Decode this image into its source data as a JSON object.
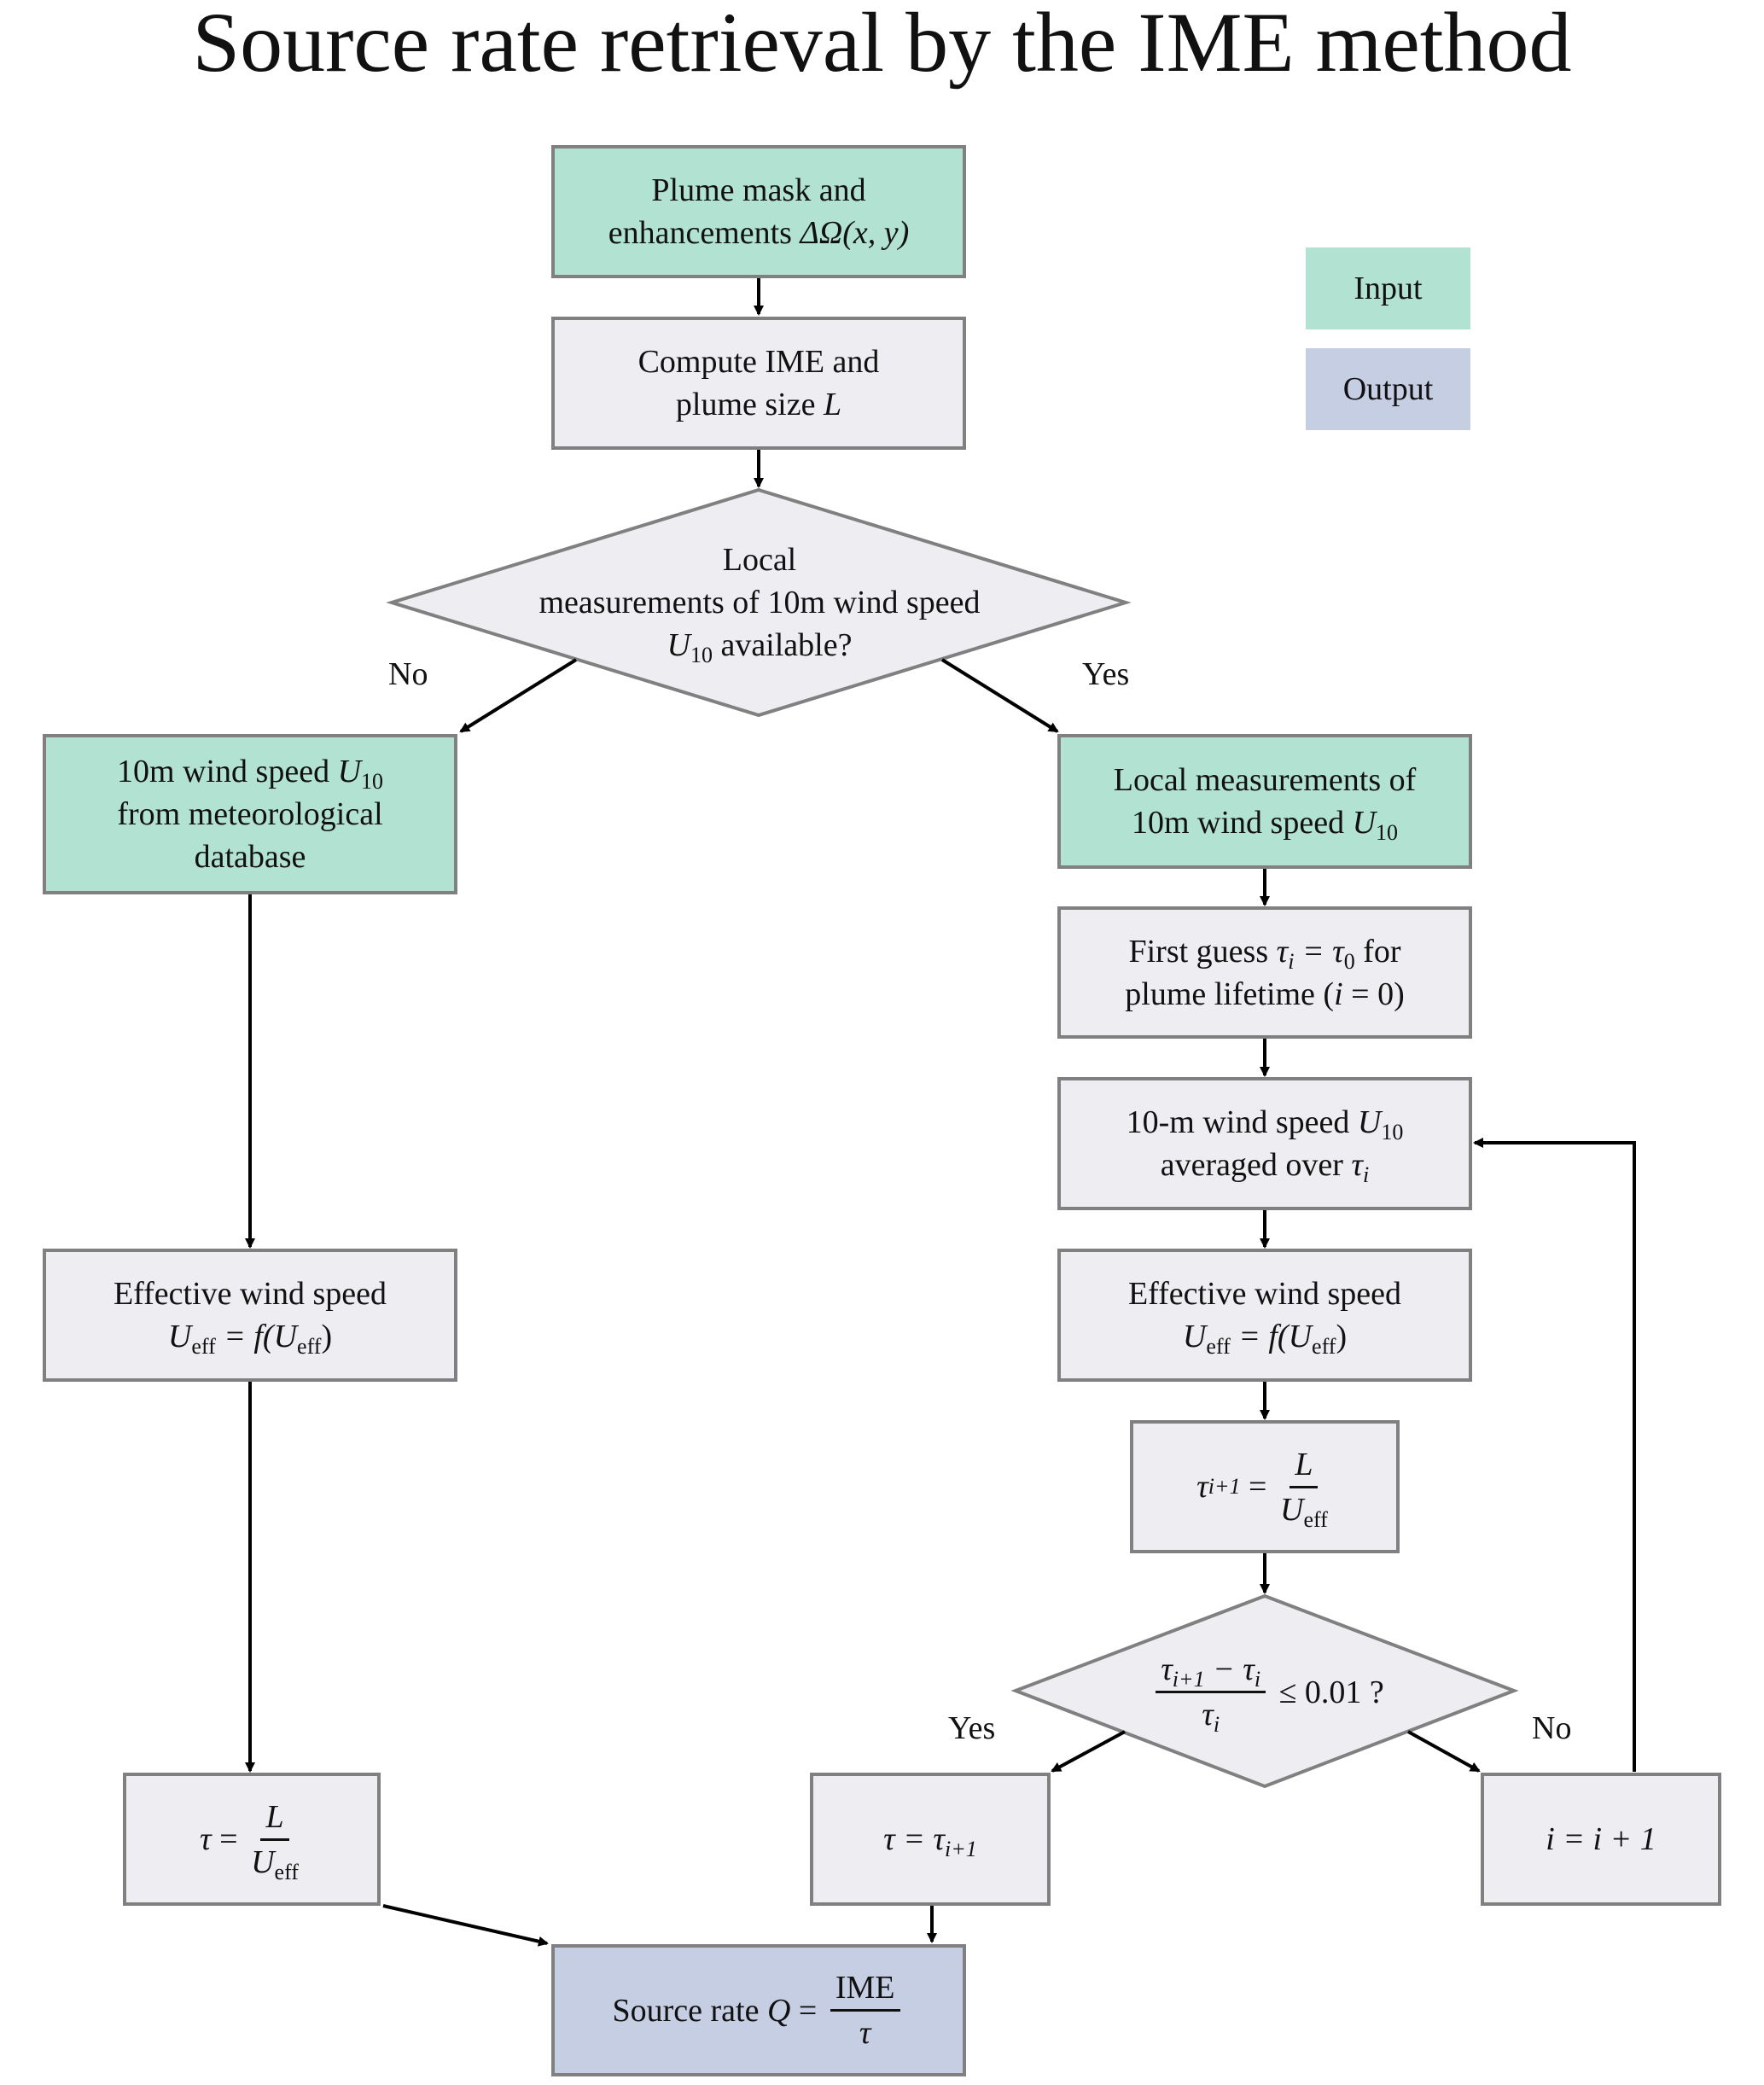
{
  "title": "Source rate retrieval by the IME method",
  "legend": {
    "input": "Input",
    "output": "Output"
  },
  "colors": {
    "input": "#b2e2d1",
    "output": "#c6cee4",
    "process": "#eeeef2",
    "border": "#808080",
    "arrow": "#000000"
  },
  "nodes": {
    "plume_mask": {
      "line1": "Plume mask and",
      "line2_text": "enhancements ",
      "line2_math": "ΔΩ(x, y)"
    },
    "compute_ime": {
      "line1": "Compute IME and",
      "line2_text": "plume size ",
      "line2_math": "L"
    },
    "decision_local": {
      "line1": "Local",
      "line2": "measurements of 10m wind speed",
      "var": "U",
      "var_sub": "10",
      "line3_rest": " available?"
    },
    "met_db": {
      "line1_text": "10m wind speed ",
      "var": "U",
      "var_sub": "10",
      "line2": "from meteorological",
      "line3": "database"
    },
    "local_meas": {
      "line1": "Local measurements of",
      "line2_text": "10m wind speed ",
      "var": "U",
      "var_sub": "10"
    },
    "first_guess": {
      "line1_text": "First guess ",
      "line1_math": "τ",
      "line1_math_sub": "i",
      "line1_math2": " = τ",
      "line1_math2_sub": "0",
      "line1_rest": " for",
      "line2_text": "plume lifetime (",
      "line2_math": "i",
      "line2_rest": " = 0)"
    },
    "avg_wind": {
      "line1_text": "10-m wind speed ",
      "var": "U",
      "var_sub": "10",
      "line2_text": "averaged over ",
      "line2_math": "τ",
      "line2_math_sub": "i"
    },
    "eff_left": {
      "line1": "Effective wind speed",
      "lhs": "U",
      "lhs_sub": "eff",
      "mid": " = f(",
      "rhs": "U",
      "rhs_sub": "eff",
      "end": ")"
    },
    "eff_right": {
      "line1": "Effective wind speed",
      "lhs": "U",
      "lhs_sub": "eff",
      "mid": " = f(",
      "rhs": "U",
      "rhs_sub": "eff",
      "end": ")"
    },
    "tau_next": {
      "lhs": "τ",
      "lhs_sub": "i+1",
      "eq": " = ",
      "num": "L",
      "den": "U",
      "den_sub": "eff"
    },
    "convergence": {
      "num": "τ",
      "num_sub": "i+1",
      "num_rest": " − τ",
      "num_rest_sub": "i",
      "den": "τ",
      "den_sub": "i",
      "rest": " ≤ 0.01 ?"
    },
    "tau_left": {
      "lhs": "τ",
      "eq": " = ",
      "num": "L",
      "den": "U",
      "den_sub": "eff"
    },
    "tau_final": {
      "lhs": "τ",
      "eq": " = τ",
      "sub": "i+1"
    },
    "increment": {
      "text": "i = i + 1"
    },
    "source_rate": {
      "text": "Source rate ",
      "var": "Q",
      "eq": " = ",
      "num": "IME",
      "den": "τ"
    }
  },
  "edge_labels": {
    "no_left": "No",
    "yes_right": "Yes",
    "yes_lower": "Yes",
    "no_lower": "No"
  }
}
